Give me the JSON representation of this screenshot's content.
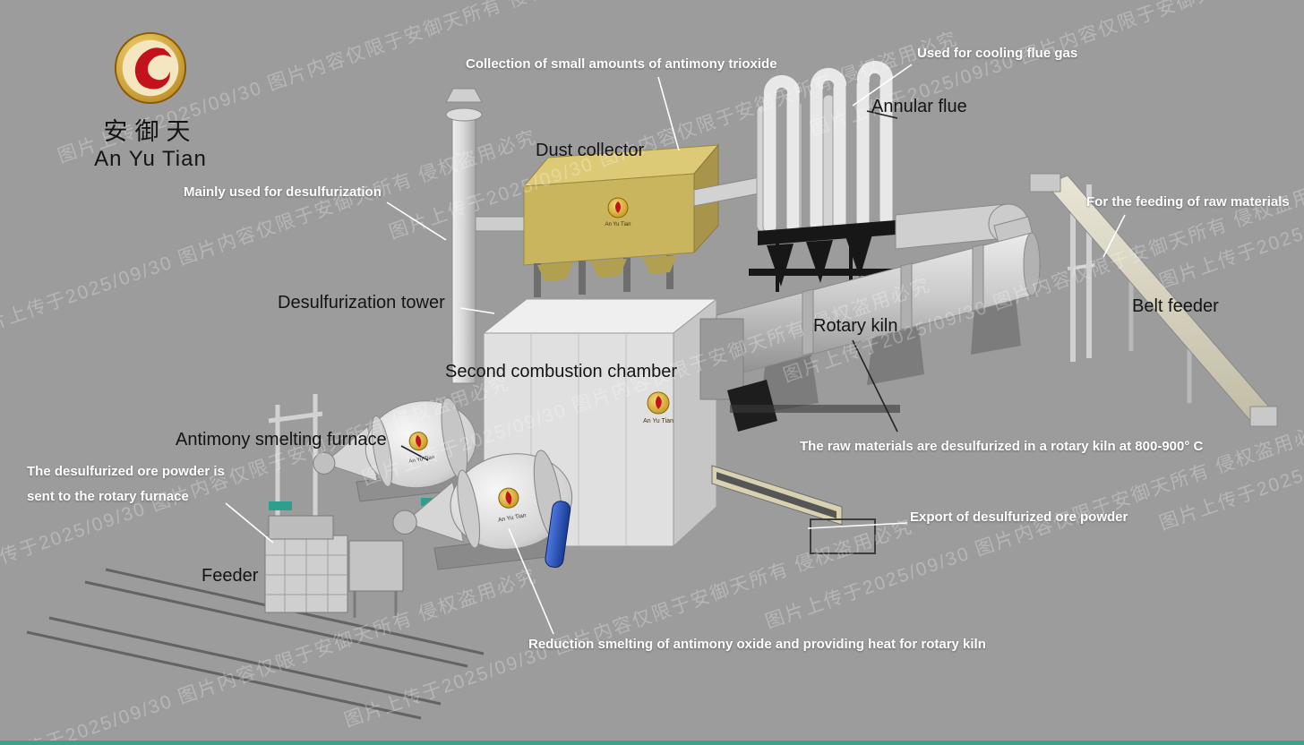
{
  "logo": {
    "chinese": "安御天",
    "english": "An Yu Tian"
  },
  "watermark": {
    "text": "图片上传于2025/09/30 图片内容仅限于安御天所有 侵权盗用必究"
  },
  "colors": {
    "background": "#9c9c9c",
    "dust_collector_yellow": "#c9b55e",
    "brand_gold": "#d4a017",
    "brand_red": "#c4121c"
  },
  "labels": {
    "collection_trioxide": "Collection of small amounts of antimony trioxide",
    "cooling_flue_gas": "Used for cooling flue gas",
    "annular_flue": "Annular flue",
    "dust_collector": "Dust collector",
    "desulfurization_note": "Mainly used for desulfurization",
    "raw_materials_feeding": "For the feeding of raw materials",
    "desulfurization_tower": "Desulfurization tower",
    "belt_feeder": "Belt feeder",
    "rotary_kiln": "Rotary kiln",
    "second_combustion_chamber": "Second combustion chamber",
    "antimony_smelting_furnace": "Antimony smelting furnace",
    "desulfurized_ore_line1": "The desulfurized ore powder is",
    "desulfurized_ore_line2": "sent to the rotary furnace",
    "rotary_kiln_temp": "The raw materials are desulfurized in a rotary kiln at 800-900° C",
    "export_ore_powder": "Export of desulfurized ore powder",
    "feeder": "Feeder",
    "reduction_smelting": "Reduction smelting of antimony oxide and providing heat for rotary kiln"
  }
}
